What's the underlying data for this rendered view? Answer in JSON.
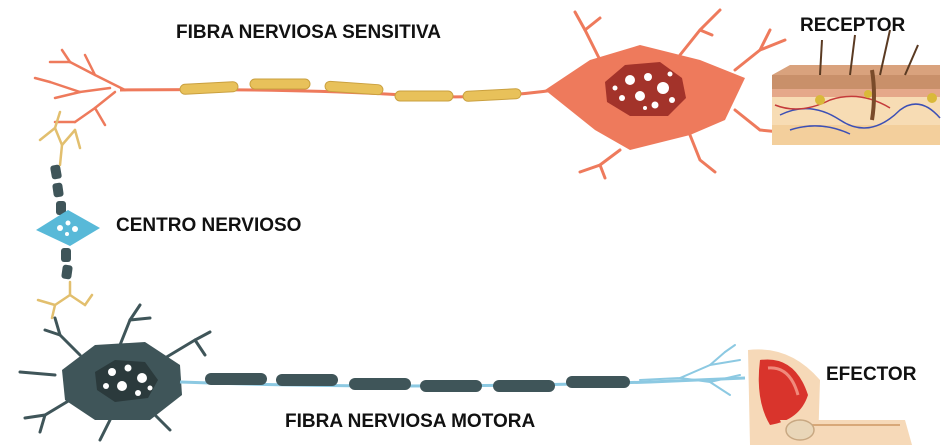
{
  "labels": {
    "sensory_fiber": "FIBRA NERVIOSA SENSITIVA",
    "receptor": "RECEPTOR",
    "nerve_center": "CENTRO NERVIOSO",
    "effector": "EFECTOR",
    "motor_fiber": "FIBRA NERVIOSA MOTORA"
  },
  "colors": {
    "sensory_neuron": "#ee7a5c",
    "sensory_nucleus": "#a3332a",
    "sensory_myelin": "#e8c15a",
    "nerve_center": "#58b9d8",
    "nerve_center_dendrite": "#e2bf6e",
    "motor_neuron": "#3f5559",
    "motor_axon": "#8cc9e2",
    "skin": "#f3cf9c",
    "muscle": "#d9342c"
  }
}
